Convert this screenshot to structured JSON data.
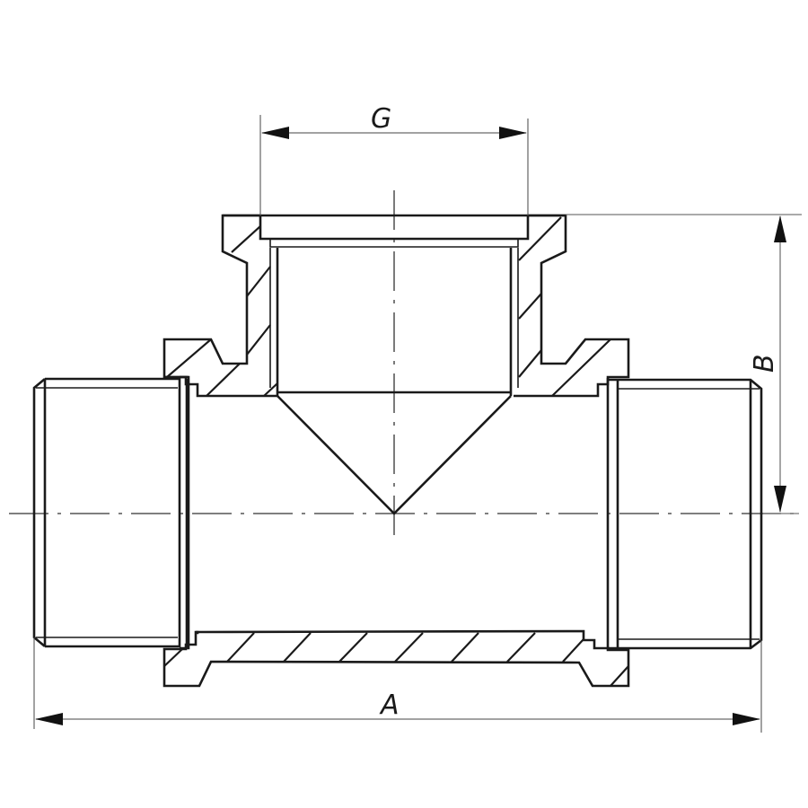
{
  "drawing": {
    "type": "technical-section-drawing",
    "subject": "pipe tee fitting (male-male ends, female branch)",
    "colors": {
      "line": "#1a1a1a",
      "dimension_line": "#6b6b6b",
      "background": "#ffffff"
    }
  },
  "dimensions": {
    "top": {
      "label": "G",
      "description": "branch thread size"
    },
    "right": {
      "label": "B",
      "description": "height from axis to branch face"
    },
    "bottom": {
      "label": "A",
      "description": "overall length"
    }
  }
}
